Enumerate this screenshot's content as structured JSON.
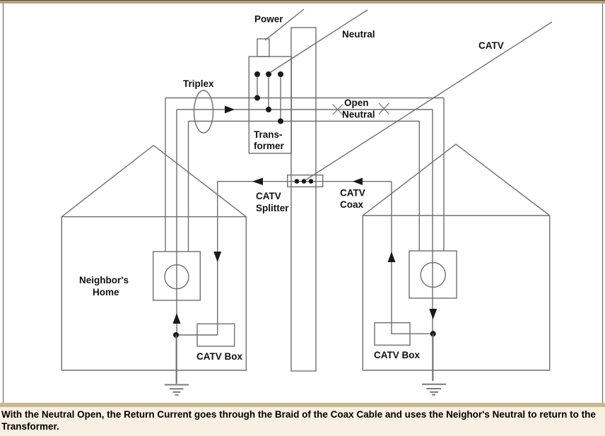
{
  "colors": {
    "top_bar": "#b2a284",
    "top_bar_edge": "#5a4c2a",
    "bottom_bar": "#c7b897",
    "caption_bg": "#f9efe2",
    "line": "#6e6e6e",
    "ink": "#111111",
    "arrow": "#1a1a1a"
  },
  "caption": {
    "text": "With the Neutral Open, the Return Current goes through the Braid of the Coax Cable and uses the Neighor's Neutral to return to the Transformer."
  },
  "diagram": {
    "labels": {
      "power": "Power",
      "neutral": "Neutral",
      "catv": "CATV",
      "triplex": "Triplex",
      "transformer_line1": "Trans-",
      "transformer_line2": "former",
      "open_neutral_line1": "Open",
      "open_neutral_line2": "Neutral",
      "catv_splitter_line1": "CATV",
      "catv_splitter_line2": "Splitter",
      "catv_coax_line1": "CATV",
      "catv_coax_line2": "Coax",
      "neighbors_home_line1": "Neighbor's",
      "neighbors_home_line2": "Home",
      "catv_box_left": "CATV Box",
      "catv_box_right": "CATV Box"
    }
  }
}
